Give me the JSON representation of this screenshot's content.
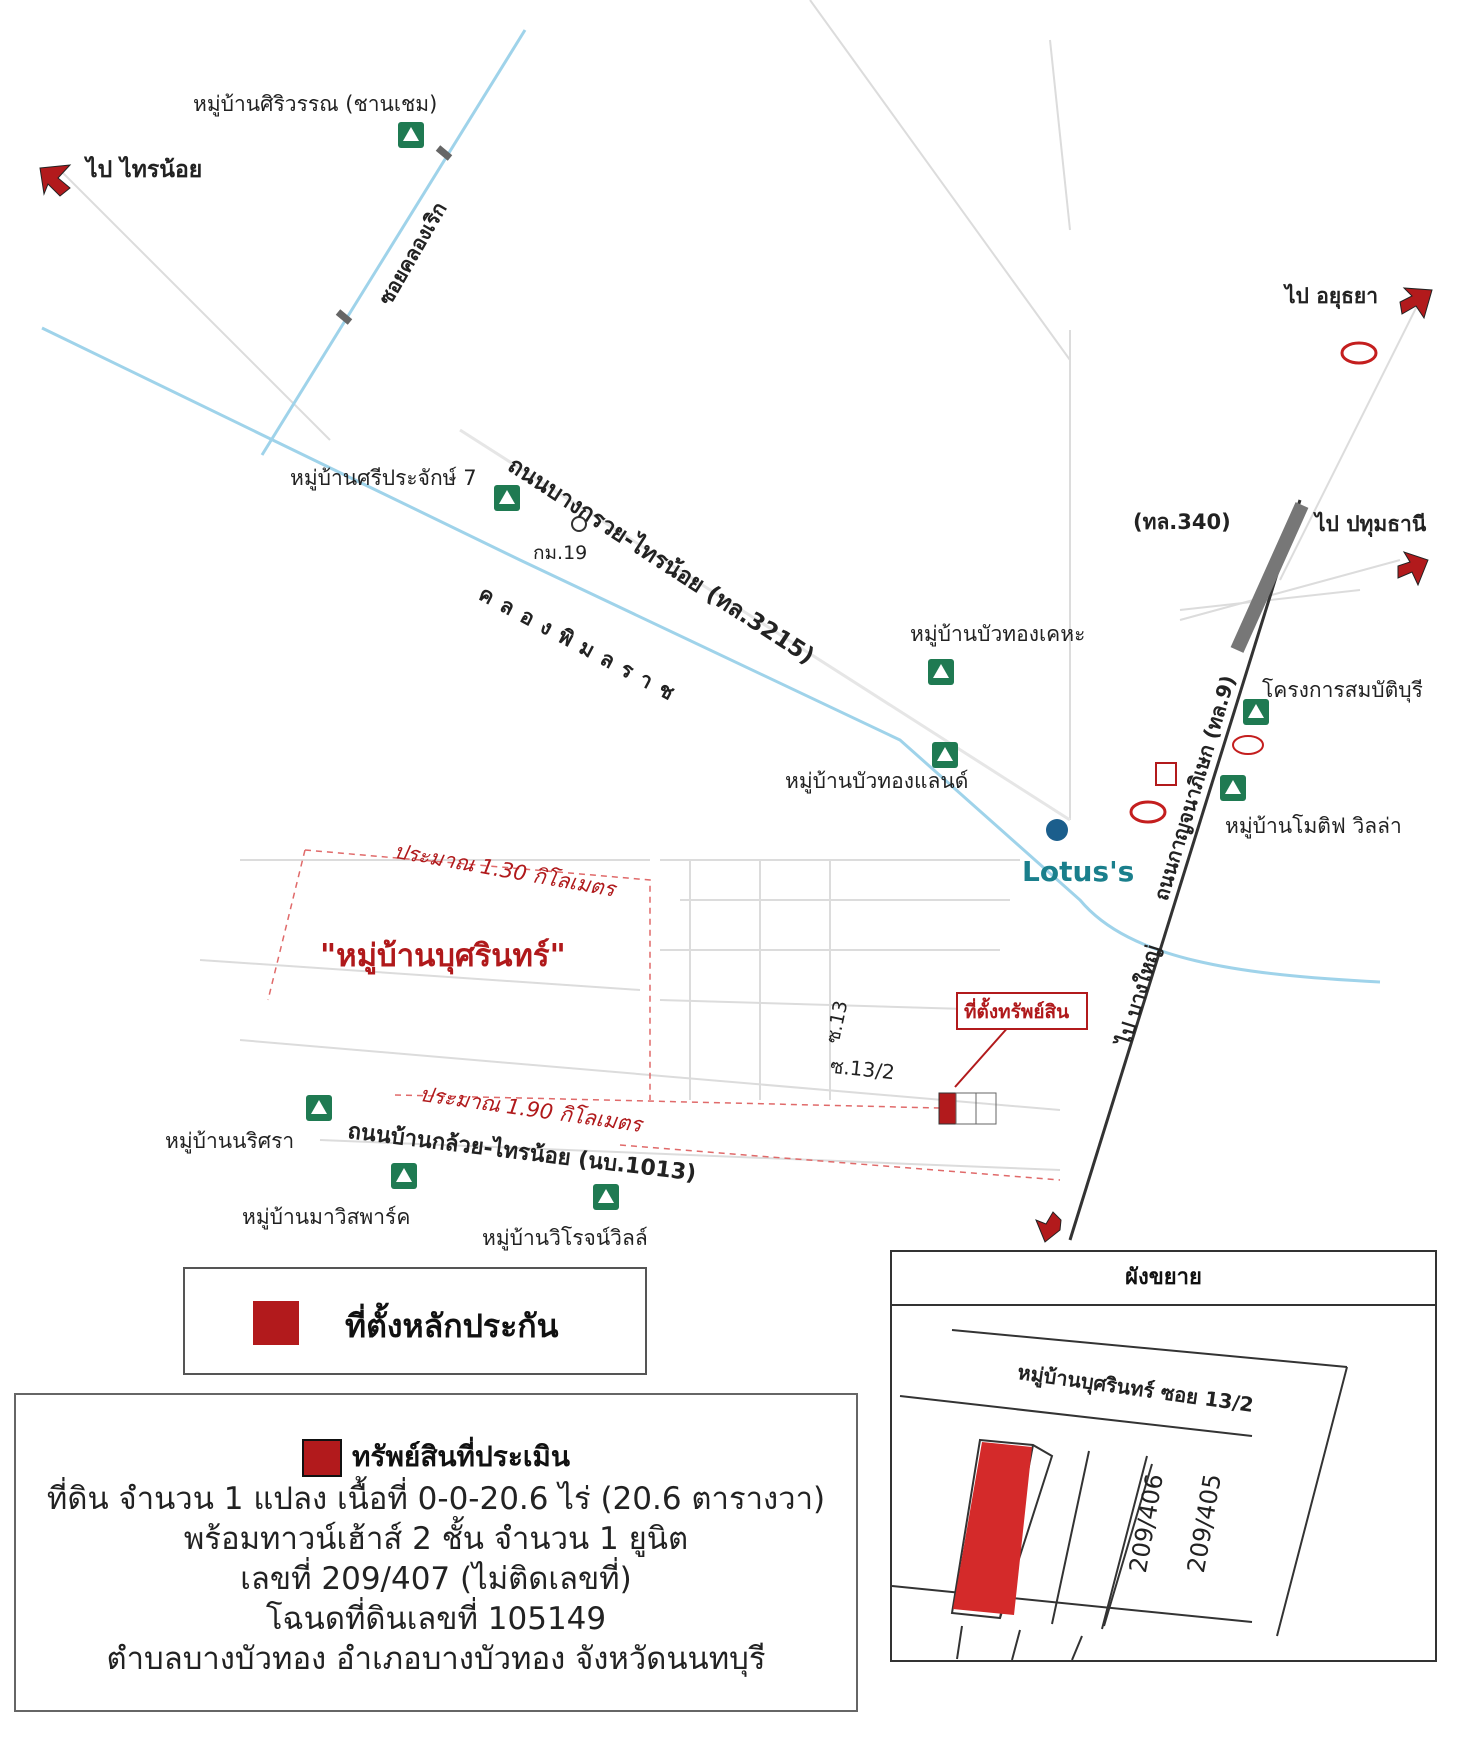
{
  "map_labels": {
    "village_siriwan": "หมู่บ้านศิริวรรณ (ชานเชม)",
    "to_sainoi": "ไป ไทรน้อย",
    "soi_khlong_roek": "ซอยคลองเริก",
    "to_ayutthaya": "ไป อยุธยา",
    "village_sriprajak": "หมู่บ้านศรีประจักษ์ 7",
    "road_bangkruai": "ถนนบางกรวย-ไทรน้อย (ทล.3215)",
    "km19": "กม.19",
    "route340": "(ทล.340)",
    "to_pathumthani": "ไป ปทุมธานี",
    "khlong_phimonrat": "คลองพิมลราช",
    "village_buathong_kheha": "หมู่บ้านบัวทองเคหะ",
    "project_sombatburi": "โครงการสมบัติบุรี",
    "road_kanchanaphisek": "ถนนกาญจนาภิเษก (ทล.9)",
    "village_buathong_land": "หมู่บ้านบัวทองแลนด์",
    "village_motif": "หมู่บ้านโมติฟ วิลล่า",
    "lotus": "Lotus's",
    "dist_130": "ประมาณ 1.30 กิโลเมตร",
    "village_busarin": "\"หมู่บ้านบุศรินทร์\"",
    "to_bangyai": "ไป บางใหญ่",
    "property_location": "ที่ตั้งทรัพย์สิน",
    "soi13": "ซ.13",
    "soi13_2": "ซ.13/2",
    "dist_190": "ประมาณ 1.90 กิโลเมตร",
    "village_narisra": "หมู่บ้านนริศรา",
    "road_bankluai": "ถนนบ้านกล้วย-ไทรน้อย (นบ.1013)",
    "village_mavistpark": "หมู่บ้านมาวิสพาร์ค",
    "village_virojvilla": "หมู่บ้านวิโรจน์วิลล์"
  },
  "legend": {
    "label": "ที่ตั้งหลักประกัน"
  },
  "asset": {
    "title": "ทรัพย์สินที่ประเมิน",
    "line1": "ที่ดิน จำนวน 1 แปลง เนื้อที่ 0-0-20.6 ไร่ (20.6 ตารางวา)",
    "line2": "พร้อมทาวน์เฮ้าส์ 2 ชั้น จำนวน 1 ยูนิต",
    "line3": "เลขที่ 209/407 (ไม่ติดเลขที่)",
    "line4": "โฉนดที่ดินเลขที่ 105149",
    "line5": "ตำบลบางบัวทอง อำเภอบางบัวทอง จังหวัดนนทบุรี"
  },
  "inset": {
    "title": "ผังขยาย",
    "street": "หมู่บ้านบุศรินทร์ ซอย 13/2",
    "plot1": "209/406",
    "plot2": "209/405"
  },
  "colors": {
    "marker": "#b21a1c",
    "canal": "#9fd3ea",
    "village_icon": "#1f7a52",
    "highway": "#777777"
  },
  "icons": [
    "village-icon",
    "red-arrow-icon",
    "esso-icon",
    "lotus-logo-icon",
    "temple-icon",
    "toyota-icon"
  ]
}
